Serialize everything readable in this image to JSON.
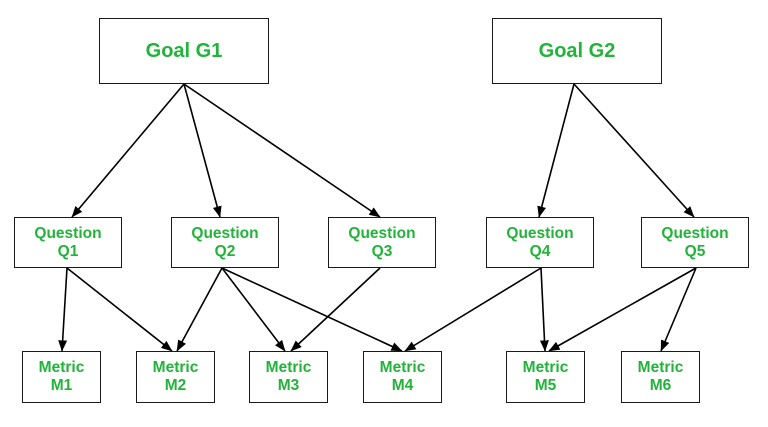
{
  "colors": {
    "label": "#22b33a",
    "border": "#1a1a1a",
    "edge": "#000000"
  },
  "goals": [
    {
      "id": "G1",
      "label": "Goal G1"
    },
    {
      "id": "G2",
      "label": "Goal G2"
    }
  ],
  "questions": [
    {
      "id": "Q1",
      "label": "Question\nQ1"
    },
    {
      "id": "Q2",
      "label": "Question\nQ2"
    },
    {
      "id": "Q3",
      "label": "Question\nQ3"
    },
    {
      "id": "Q4",
      "label": "Question\nQ4"
    },
    {
      "id": "Q5",
      "label": "Question\nQ5"
    }
  ],
  "metrics": [
    {
      "id": "M1",
      "label": "Metric\nM1"
    },
    {
      "id": "M2",
      "label": "Metric\nM2"
    },
    {
      "id": "M3",
      "label": "Metric\nM3"
    },
    {
      "id": "M4",
      "label": "Metric\nM4"
    },
    {
      "id": "M5",
      "label": "Metric\nM5"
    },
    {
      "id": "M6",
      "label": "Metric\nM6"
    }
  ],
  "edges": [
    [
      "G1",
      "Q1"
    ],
    [
      "G1",
      "Q2"
    ],
    [
      "G1",
      "Q3"
    ],
    [
      "G2",
      "Q4"
    ],
    [
      "G2",
      "Q5"
    ],
    [
      "Q1",
      "M1"
    ],
    [
      "Q1",
      "M2"
    ],
    [
      "Q2",
      "M2"
    ],
    [
      "Q2",
      "M3"
    ],
    [
      "Q2",
      "M4"
    ],
    [
      "Q3",
      "M3"
    ],
    [
      "Q4",
      "M4"
    ],
    [
      "Q4",
      "M5"
    ],
    [
      "Q5",
      "M5"
    ],
    [
      "Q5",
      "M6"
    ]
  ]
}
